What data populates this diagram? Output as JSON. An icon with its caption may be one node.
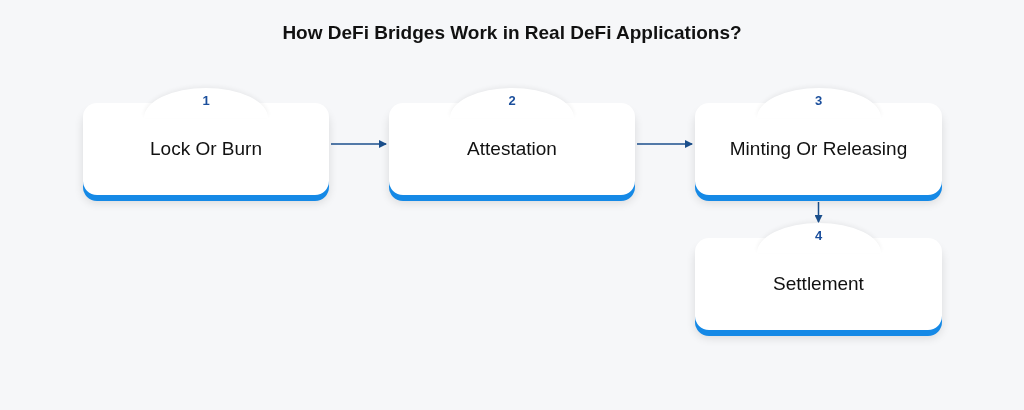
{
  "diagram": {
    "title": "How DeFi Bridges Work in Real DeFi Applications?",
    "nodes": [
      {
        "text": [
          "1",
          "Lock Or Burn"
        ]
      },
      {
        "text": [
          "2",
          "Attestation"
        ]
      },
      {
        "text": [
          "3",
          "Minting Or Releasing"
        ]
      },
      {
        "text": [
          "4",
          "Settlement"
        ]
      }
    ],
    "edges": [
      {
        "from": 0,
        "to": 1,
        "arrow": "to"
      },
      {
        "from": 1,
        "to": 2,
        "arrow": "to"
      },
      {
        "from": 2,
        "to": 3,
        "arrow": "to"
      }
    ]
  }
}
